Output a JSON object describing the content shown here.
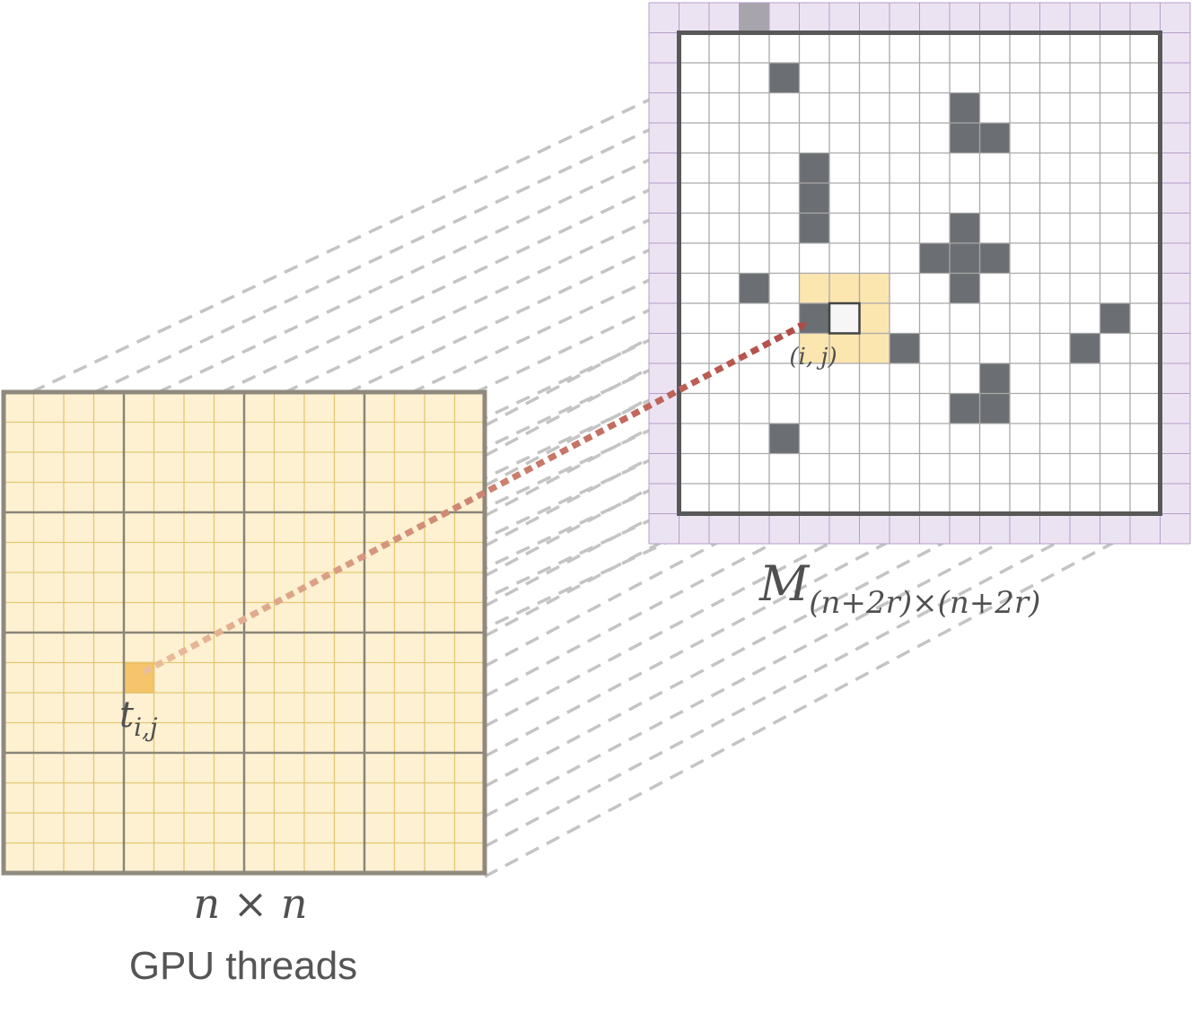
{
  "thread_grid": {
    "cells": 16,
    "block_size": 4,
    "highlight": {
      "row": 9,
      "col": 4
    },
    "size_label": "n × n",
    "caption": "GPU threads",
    "thread_label": "t",
    "thread_subscript": "i,j"
  },
  "matrix": {
    "cells": 16,
    "halo": 1,
    "label_main": "M",
    "label_subscript": "(n+2r)×(n+2r)",
    "cell_label": "(i, j)",
    "target": {
      "row": 9,
      "col": 5
    },
    "neighborhood": {
      "row": 8,
      "col": 4,
      "size": 3
    },
    "obstacles": [
      [
        1,
        3
      ],
      [
        2,
        9
      ],
      [
        3,
        9
      ],
      [
        3,
        10
      ],
      [
        4,
        4
      ],
      [
        5,
        4
      ],
      [
        6,
        4
      ],
      [
        6,
        9
      ],
      [
        7,
        8
      ],
      [
        7,
        9
      ],
      [
        7,
        10
      ],
      [
        8,
        2
      ],
      [
        8,
        9
      ],
      [
        9,
        4
      ],
      [
        9,
        14
      ],
      [
        10,
        7
      ],
      [
        10,
        13
      ],
      [
        11,
        10
      ],
      [
        12,
        9
      ],
      [
        12,
        10
      ],
      [
        13,
        3
      ]
    ],
    "halo_obstacles": [
      [
        0,
        3
      ]
    ]
  },
  "colors": {
    "thread_fill": "#fdf1d2",
    "thread_line": "#e3c873",
    "thread_block_line": "#8a8578",
    "thread_border": "#908a7e",
    "thread_highlight": "#f5c46b",
    "halo_fill": "#ece3f2",
    "halo_line": "#b49ec8",
    "matrix_line": "#a9a9a9",
    "matrix_border": "#585858",
    "obstacle": "#6b6e72",
    "halo_obstacle": "#a8a4ac",
    "neighborhood": "#fbe6b0",
    "projection": "#c4c4c4",
    "arrow": "#b04a45"
  }
}
